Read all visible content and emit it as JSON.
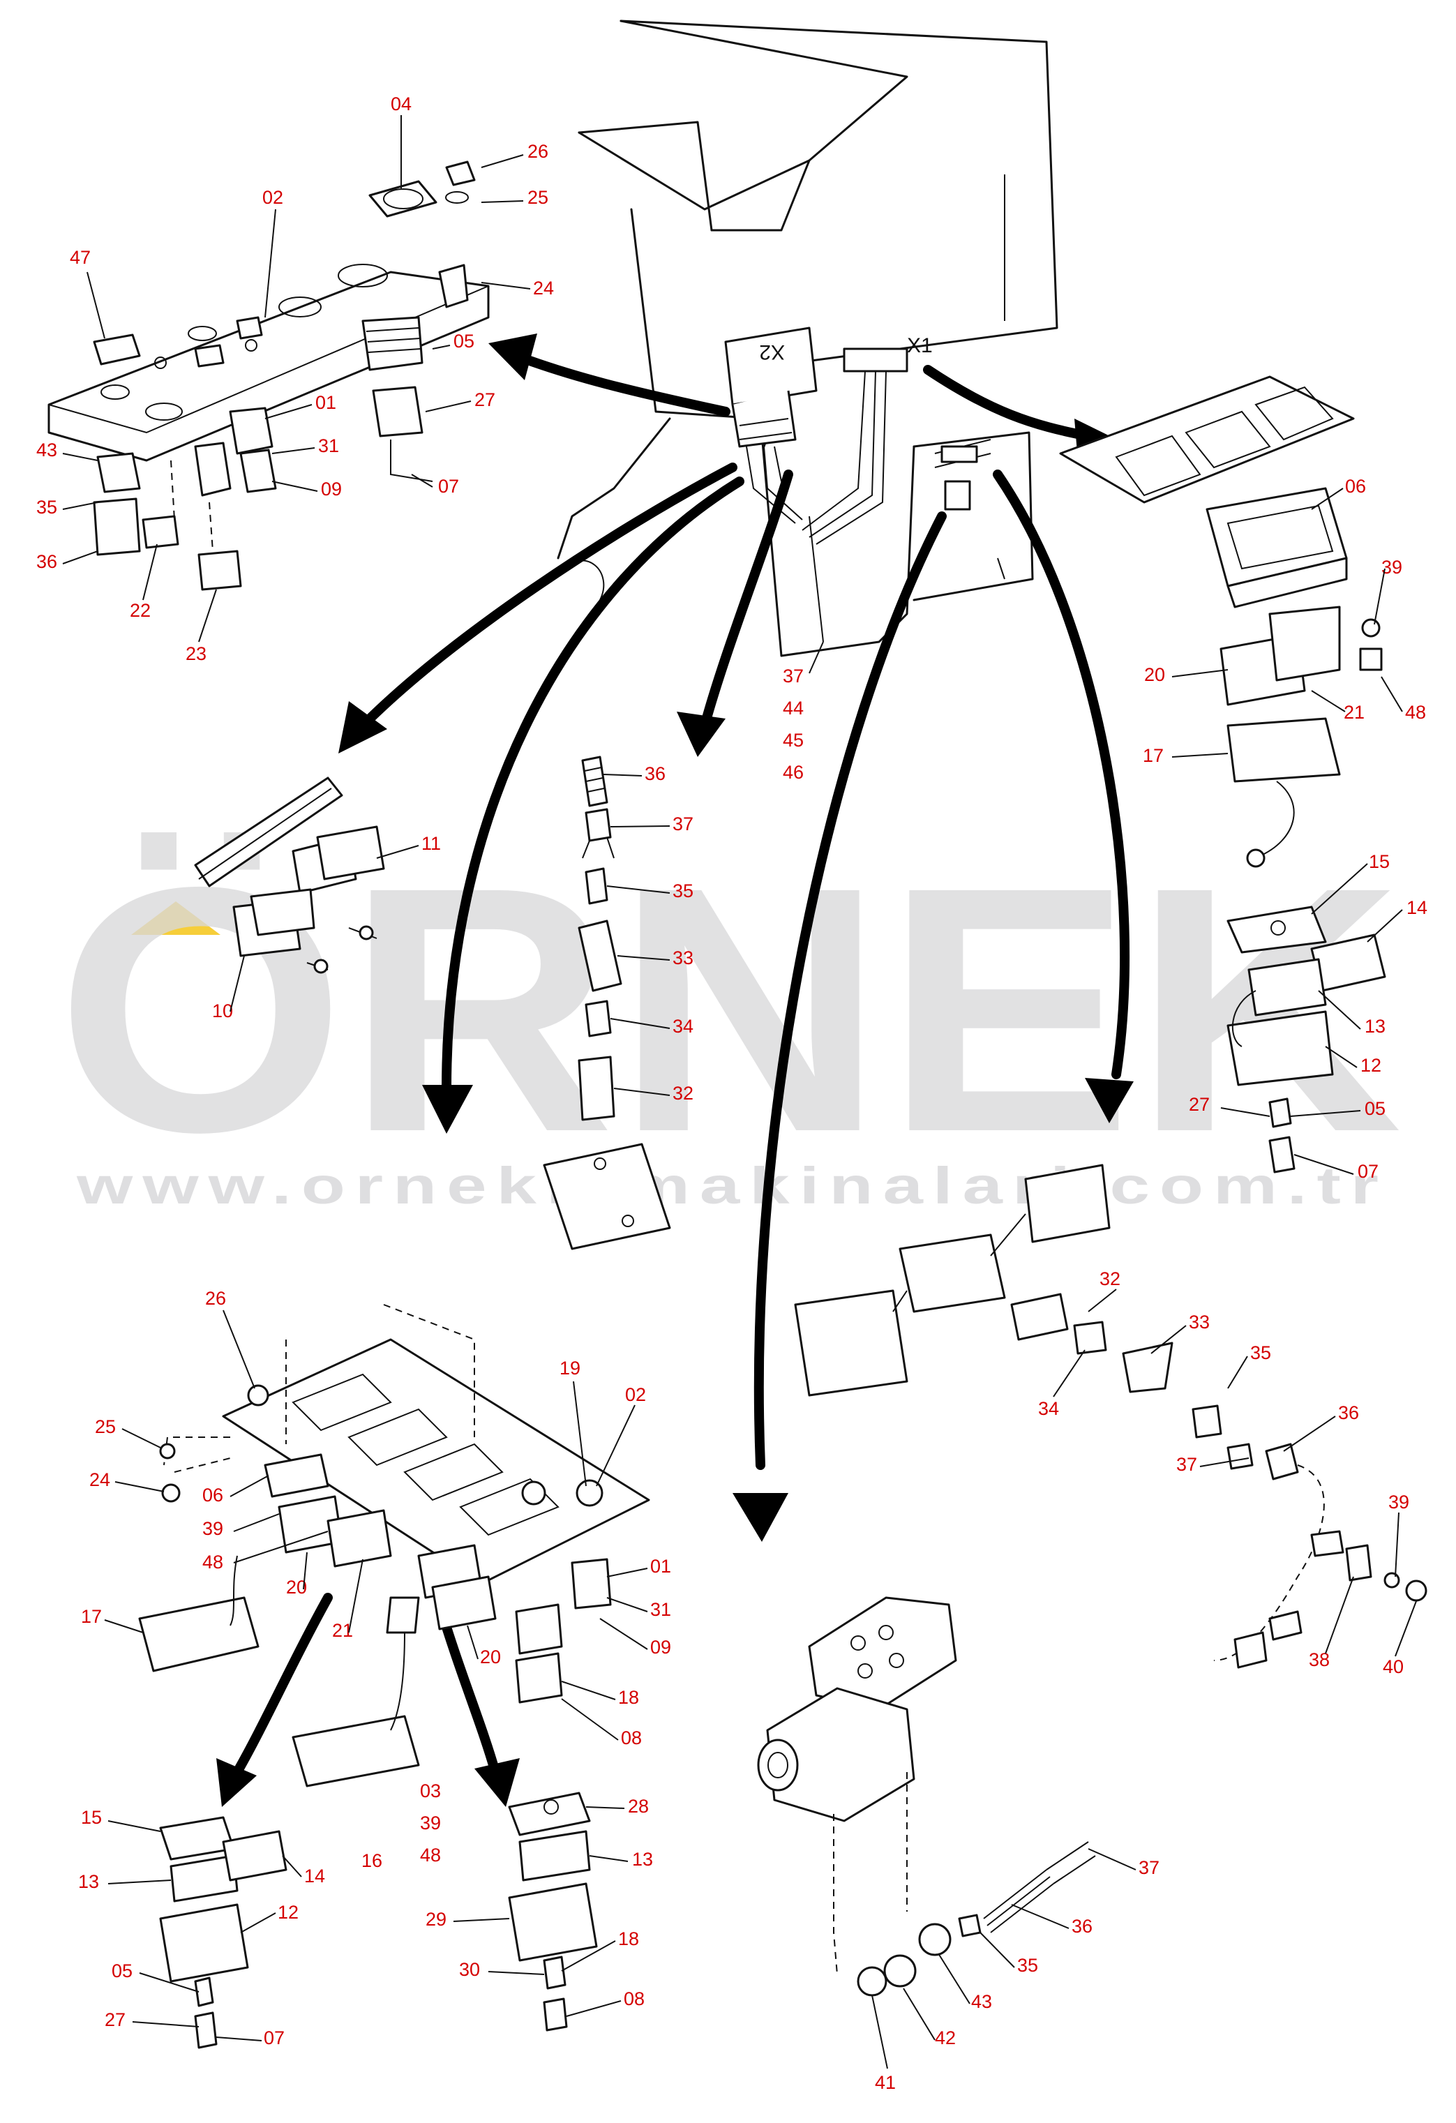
{
  "watermark": {
    "brand": "ÖRNEK",
    "url": "www.ornekismakinalari.com.tr"
  },
  "connector_labels": [
    "X1",
    "X2"
  ],
  "part_labels": [
    {
      "id": "p1",
      "text": "04"
    },
    {
      "id": "p2",
      "text": "26"
    },
    {
      "id": "p3",
      "text": "25"
    },
    {
      "id": "p4",
      "text": "02"
    },
    {
      "id": "p5",
      "text": "47"
    },
    {
      "id": "p6",
      "text": "24"
    },
    {
      "id": "p7",
      "text": "05"
    },
    {
      "id": "p8",
      "text": "27"
    },
    {
      "id": "p9",
      "text": "01"
    },
    {
      "id": "p10",
      "text": "31"
    },
    {
      "id": "p11",
      "text": "09"
    },
    {
      "id": "p12",
      "text": "07"
    },
    {
      "id": "p13",
      "text": "43"
    },
    {
      "id": "p14",
      "text": "35"
    },
    {
      "id": "p15",
      "text": "36"
    },
    {
      "id": "p16",
      "text": "22"
    },
    {
      "id": "p17",
      "text": "23"
    },
    {
      "id": "p18",
      "text": "37"
    },
    {
      "id": "p19",
      "text": "44"
    },
    {
      "id": "p20",
      "text": "45"
    },
    {
      "id": "p21",
      "text": "46"
    },
    {
      "id": "p22",
      "text": "06"
    },
    {
      "id": "p23",
      "text": "39"
    },
    {
      "id": "p24",
      "text": "20"
    },
    {
      "id": "p25",
      "text": "21"
    },
    {
      "id": "p26",
      "text": "48"
    },
    {
      "id": "p27",
      "text": "17"
    },
    {
      "id": "p28",
      "text": "15"
    },
    {
      "id": "p29",
      "text": "14"
    },
    {
      "id": "p30",
      "text": "13"
    },
    {
      "id": "p31",
      "text": "12"
    },
    {
      "id": "p32",
      "text": "27"
    },
    {
      "id": "p33",
      "text": "05"
    },
    {
      "id": "p34",
      "text": "07"
    },
    {
      "id": "p35",
      "text": "11"
    },
    {
      "id": "p36",
      "text": "10"
    },
    {
      "id": "p37",
      "text": "36"
    },
    {
      "id": "p38",
      "text": "37"
    },
    {
      "id": "p39",
      "text": "35"
    },
    {
      "id": "p40",
      "text": "33"
    },
    {
      "id": "p41",
      "text": "34"
    },
    {
      "id": "p42",
      "text": "32"
    },
    {
      "id": "p43",
      "text": "32"
    },
    {
      "id": "p44",
      "text": "33"
    },
    {
      "id": "p45",
      "text": "35"
    },
    {
      "id": "p46",
      "text": "34"
    },
    {
      "id": "p47",
      "text": "36"
    },
    {
      "id": "p48",
      "text": "37"
    },
    {
      "id": "p49",
      "text": "39"
    },
    {
      "id": "p50",
      "text": "38"
    },
    {
      "id": "p51",
      "text": "40"
    },
    {
      "id": "p52",
      "text": "26"
    },
    {
      "id": "p53",
      "text": "19"
    },
    {
      "id": "p54",
      "text": "02"
    },
    {
      "id": "p55",
      "text": "25"
    },
    {
      "id": "p56",
      "text": "24"
    },
    {
      "id": "p57",
      "text": "06"
    },
    {
      "id": "p58",
      "text": "39"
    },
    {
      "id": "p59",
      "text": "48"
    },
    {
      "id": "p60",
      "text": "01"
    },
    {
      "id": "p61",
      "text": "31"
    },
    {
      "id": "p62",
      "text": "09"
    },
    {
      "id": "p63",
      "text": "17"
    },
    {
      "id": "p64",
      "text": "20"
    },
    {
      "id": "p65",
      "text": "21"
    },
    {
      "id": "p66",
      "text": "20"
    },
    {
      "id": "p67",
      "text": "18"
    },
    {
      "id": "p68",
      "text": "08"
    },
    {
      "id": "p69",
      "text": "03"
    },
    {
      "id": "p70",
      "text": "39"
    },
    {
      "id": "p71",
      "text": "48"
    },
    {
      "id": "p72",
      "text": "16"
    },
    {
      "id": "p73",
      "text": "15"
    },
    {
      "id": "p74",
      "text": "13"
    },
    {
      "id": "p75",
      "text": "14"
    },
    {
      "id": "p76",
      "text": "12"
    },
    {
      "id": "p77",
      "text": "05"
    },
    {
      "id": "p78",
      "text": "27"
    },
    {
      "id": "p79",
      "text": "07"
    },
    {
      "id": "p80",
      "text": "28"
    },
    {
      "id": "p81",
      "text": "13"
    },
    {
      "id": "p82",
      "text": "29"
    },
    {
      "id": "p83",
      "text": "18"
    },
    {
      "id": "p84",
      "text": "30"
    },
    {
      "id": "p85",
      "text": "08"
    },
    {
      "id": "p86",
      "text": "37"
    },
    {
      "id": "p87",
      "text": "36"
    },
    {
      "id": "p88",
      "text": "35"
    },
    {
      "id": "p89",
      "text": "43"
    },
    {
      "id": "p90",
      "text": "42"
    },
    {
      "id": "p91",
      "text": "41"
    }
  ],
  "colors": {
    "label": "#d40000",
    "ink": "#111111",
    "watermark": "#d9d9db",
    "accent": "#f5c518"
  }
}
